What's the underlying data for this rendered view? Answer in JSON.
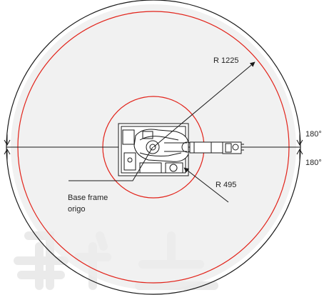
{
  "diagram": {
    "labels": {
      "outer_radius": "R 1225",
      "inner_radius": "R 495",
      "angle_upper": "180°",
      "angle_lower": "180°",
      "origin_line1": "Base frame",
      "origin_line2": "origo"
    },
    "colors": {
      "working_area_fill": "#ececec",
      "reach_circle": "#e2231a",
      "outline": "#1a1a1a",
      "watermark": "#e8e8e8"
    }
  }
}
